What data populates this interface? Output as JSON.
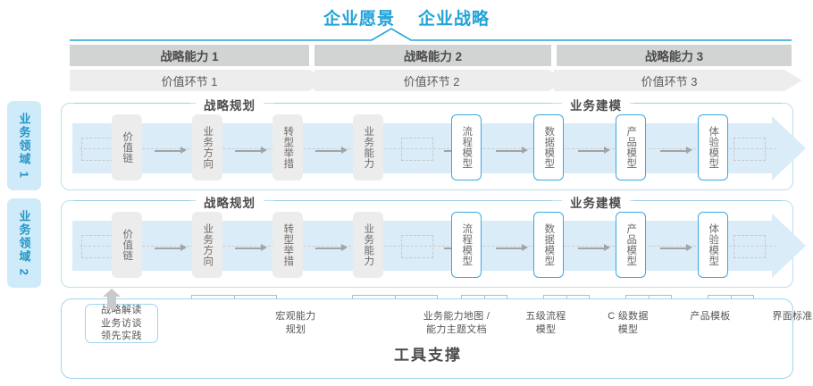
{
  "header": {
    "titles": [
      "企业愿景",
      "企业战略"
    ],
    "accent_color": "#22a3d8"
  },
  "capabilities": [
    {
      "label": "战略能力 1"
    },
    {
      "label": "战略能力 2"
    },
    {
      "label": "战略能力 3"
    }
  ],
  "value_chain": [
    {
      "label": "价值环节 1"
    },
    {
      "label": "价值环节 2"
    },
    {
      "label": "价值环节 3"
    }
  ],
  "domains": [
    {
      "label": "业务领域 1"
    },
    {
      "label": "业务领域 2"
    }
  ],
  "sections": {
    "planning": "战略规划",
    "modeling": "业务建模"
  },
  "nodes": {
    "planning": [
      "价值链",
      "业务方向",
      "转型举措",
      "业务能力"
    ],
    "modeling": [
      "流程模型",
      "数据模型",
      "产品模型",
      "体验模型"
    ]
  },
  "tools": {
    "title": "工具支撑",
    "chip": [
      "战略解读",
      "业务访谈",
      "领先实践"
    ],
    "captions": [
      "宏观能力\n规划",
      "业务能力地图 /\n能力主题文档",
      "五级流程\n模型",
      "C 级数据\n模型",
      "产品模板",
      "界面标准"
    ]
  },
  "colors": {
    "accent": "#22a3d8",
    "band": "#d9ecf7",
    "node_blue_border": "#3aa9e0",
    "node_gray": "#ececec",
    "header_gray": "#d2d3d3",
    "value_gray": "#ededed"
  }
}
